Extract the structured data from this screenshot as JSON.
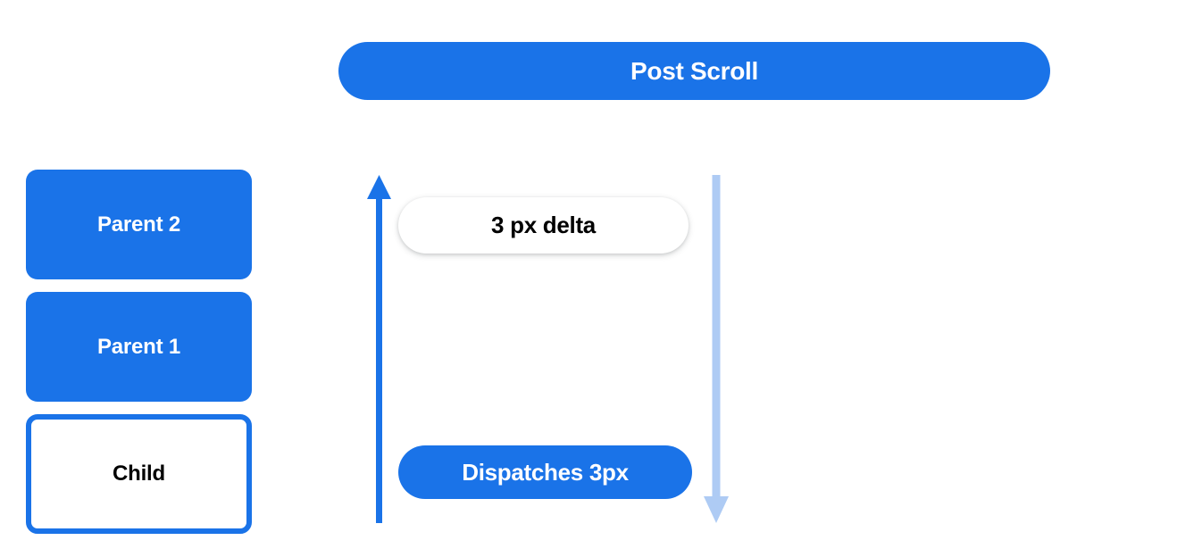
{
  "header": {
    "title": "Post Scroll"
  },
  "left_stack": {
    "boxes": [
      {
        "label": "Parent 2",
        "style": "filled"
      },
      {
        "label": "Parent 1",
        "style": "filled"
      },
      {
        "label": "Child",
        "style": "outlined"
      }
    ]
  },
  "arrows": [
    {
      "name": "scroll-up-arrow",
      "direction": "up",
      "color": "#1a73e8"
    },
    {
      "name": "scroll-down-arrow",
      "direction": "down",
      "color": "#aecbf4"
    }
  ],
  "pills": {
    "delta": "3 px delta",
    "dispatch": "Dispatches 3px"
  },
  "colors": {
    "brand_blue": "#1a73e8",
    "light_blue": "#aecbf4",
    "background": "#ffffff",
    "text_dark": "#000000",
    "text_light": "#ffffff"
  }
}
